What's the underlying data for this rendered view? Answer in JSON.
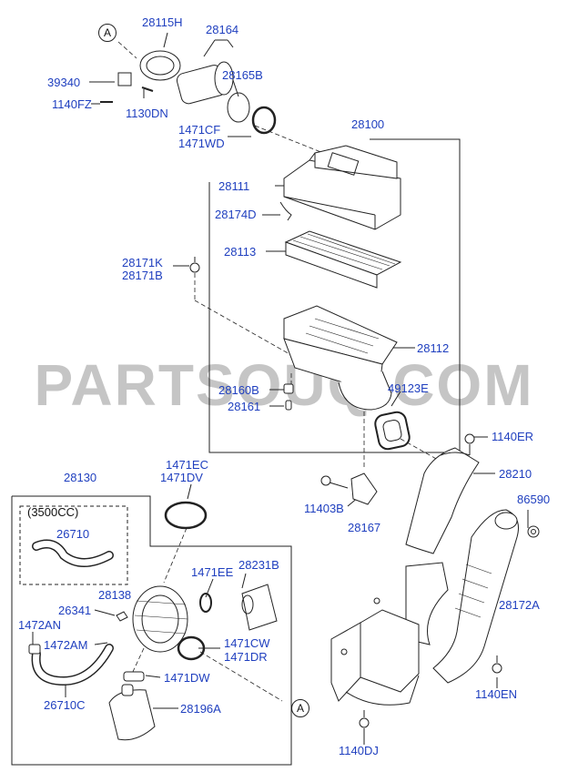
{
  "watermark": "PARTSOUQ.COM",
  "callouts": {
    "top": "A",
    "bottom": "A"
  },
  "colors": {
    "label": "#1f3fbf",
    "line": "#222222",
    "watermark": "#969696"
  },
  "labels": {
    "p28115H": "28115H",
    "p28164": "28164",
    "p39340": "39340",
    "p28165B": "28165B",
    "p1140FZ": "1140FZ",
    "p1130DN": "1130DN",
    "p1471CF": "1471CF",
    "p1471WD": "1471WD",
    "p28100": "28100",
    "p28111": "28111",
    "p28174D": "28174D",
    "p28113": "28113",
    "p28171K": "28171K",
    "p28171B": "28171B",
    "p28112": "28112",
    "p28160B": "28160B",
    "p49123E": "49123E",
    "p28161": "28161",
    "p1140ER": "1140ER",
    "p1471EC": "1471EC",
    "p1471DV": "1471DV",
    "p28130": "28130",
    "p28210": "28210",
    "p3500CC": "(3500CC)",
    "p11403B": "11403B",
    "p86590": "86590",
    "p26710": "26710",
    "p28167": "28167",
    "p1471EE": "1471EE",
    "p28231B": "28231B",
    "p28138": "28138",
    "p26341": "26341",
    "p28172A": "28172A",
    "p1472AN": "1472AN",
    "p1472AM": "1472AM",
    "p1471CW": "1471CW",
    "p1471DR": "1471DR",
    "p1471DW": "1471DW",
    "p1140EN": "1140EN",
    "p26710C": "26710C",
    "p28196A": "28196A",
    "p1140DJ": "1140DJ"
  }
}
